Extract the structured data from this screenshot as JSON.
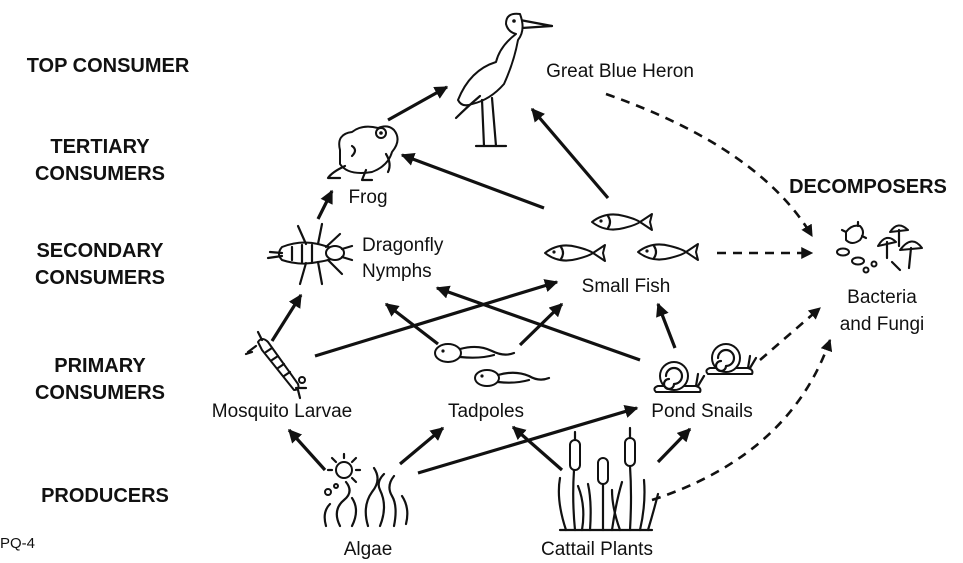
{
  "levels": {
    "top": "TOP CONSUMER",
    "tertiary": [
      "TERTIARY",
      "CONSUMERS"
    ],
    "secondary": [
      "SECONDARY",
      "CONSUMERS"
    ],
    "primary": [
      "PRIMARY",
      "CONSUMERS"
    ],
    "producers": "PRODUCERS"
  },
  "decomposers_heading": "DECOMPOSERS",
  "organisms": {
    "heron": "Great Blue Heron",
    "frog": "Frog",
    "dragonfly": [
      "Dragonfly",
      "Nymphs"
    ],
    "small_fish": "Small Fish",
    "bacteria": [
      "Bacteria",
      "and Fungi"
    ],
    "mosquito": "Mosquito Larvae",
    "tadpoles": "Tadpoles",
    "snails": "Pond Snails",
    "algae": "Algae",
    "cattail": "Cattail Plants"
  },
  "corner_code": "PQ-4",
  "feeding_links": [
    [
      "Algae",
      "Mosquito Larvae"
    ],
    [
      "Algae",
      "Tadpoles"
    ],
    [
      "Algae",
      "Pond Snails"
    ],
    [
      "Cattail Plants",
      "Tadpoles"
    ],
    [
      "Cattail Plants",
      "Pond Snails"
    ],
    [
      "Mosquito Larvae",
      "Dragonfly Nymphs"
    ],
    [
      "Mosquito Larvae",
      "Small Fish"
    ],
    [
      "Tadpoles",
      "Dragonfly Nymphs"
    ],
    [
      "Tadpoles",
      "Small Fish"
    ],
    [
      "Pond Snails",
      "Dragonfly Nymphs"
    ],
    [
      "Pond Snails",
      "Small Fish"
    ],
    [
      "Dragonfly Nymphs",
      "Frog"
    ],
    [
      "Small Fish",
      "Frog"
    ],
    [
      "Small Fish",
      "Great Blue Heron"
    ],
    [
      "Frog",
      "Great Blue Heron"
    ]
  ],
  "decomposition_links": [
    [
      "Great Blue Heron",
      "Bacteria and Fungi"
    ],
    [
      "Small Fish",
      "Bacteria and Fungi"
    ],
    [
      "Pond Snails",
      "Bacteria and Fungi"
    ],
    [
      "Cattail Plants",
      "Bacteria and Fungi"
    ]
  ]
}
